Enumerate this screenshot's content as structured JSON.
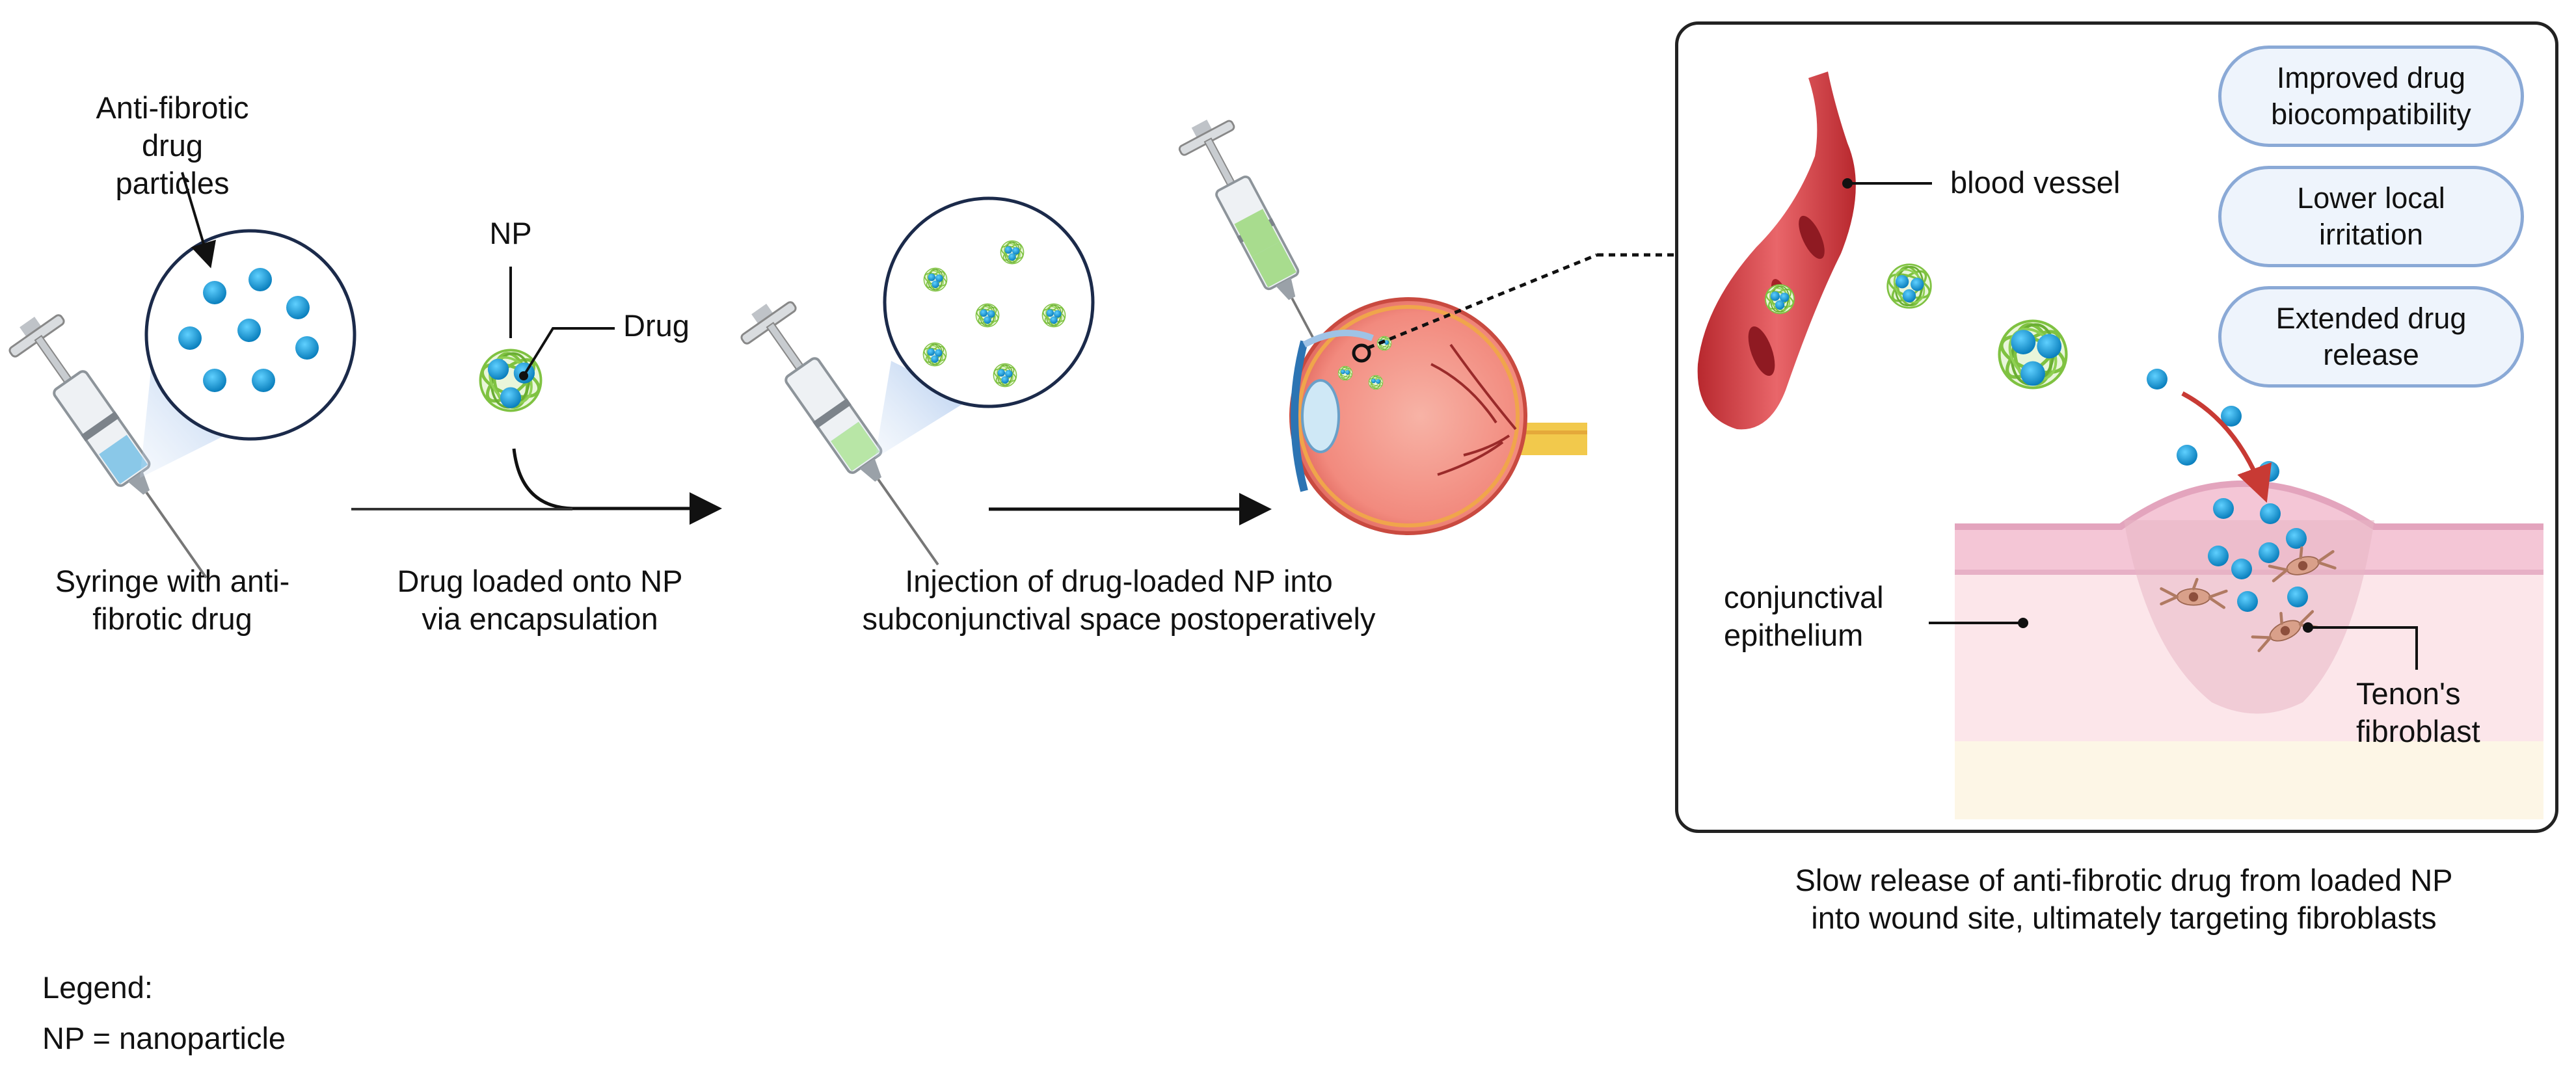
{
  "labels": {
    "anti_fibrotic_particles": "Anti-fibrotic\ndrug particles",
    "np": "NP",
    "drug": "Drug",
    "blood_vessel": "blood vessel",
    "conjunctival_epithelium": "conjunctival\nepithelium",
    "tenons_fibroblast": "Tenon's\nfibroblast"
  },
  "steps": [
    {
      "caption": "Syringe with anti-\nfibrotic drug"
    },
    {
      "caption": "Drug loaded onto NP\nvia encapsulation"
    },
    {
      "caption": "Injection of drug-loaded NP into\nsubconjunctival space postoperatively"
    },
    {
      "caption": "Slow release of anti-fibrotic drug from loaded NP\ninto wound site, ultimately targeting fibroblasts"
    }
  ],
  "benefits": [
    "Improved drug\nbiocompatibility",
    "Lower local\nirritation",
    "Extended drug\nrelease"
  ],
  "legend": {
    "title": "Legend:",
    "entry": "NP = nanoparticle"
  },
  "colors": {
    "drug_blue": "#1a9ad6",
    "np_green": "#7fc241",
    "vessel_red": "#d8484a",
    "tissue_pink": "#f4c6d6",
    "pill_border": "#8aa9d6"
  }
}
